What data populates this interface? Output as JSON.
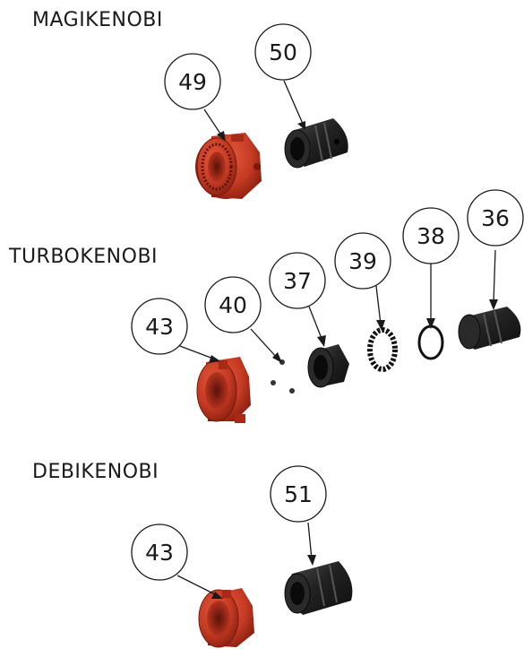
{
  "sections": [
    {
      "label": "MAGIKENOBI"
    },
    {
      "label": "TURBOKENOBI"
    },
    {
      "label": "DEBIKENOBI"
    }
  ],
  "balloons": [
    {
      "number": "49"
    },
    {
      "number": "50"
    },
    {
      "number": "36"
    },
    {
      "number": "38"
    },
    {
      "number": "39"
    },
    {
      "number": "37"
    },
    {
      "number": "40"
    },
    {
      "number": "43"
    },
    {
      "number": "51"
    },
    {
      "number": "43"
    }
  ],
  "colors": {
    "part_red": "#c43a22",
    "part_red_dark": "#7a1a0e",
    "part_black": "#1c1c1c",
    "line": "#1a1a1a"
  }
}
